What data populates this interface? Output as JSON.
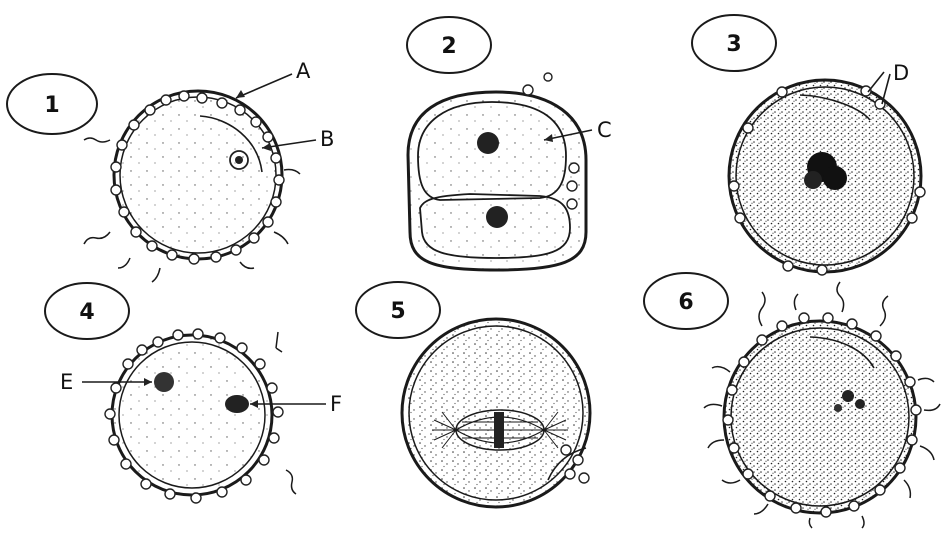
{
  "panels": [
    {
      "number": "1"
    },
    {
      "number": "2"
    },
    {
      "number": "3"
    },
    {
      "number": "4"
    },
    {
      "number": "5"
    },
    {
      "number": "6"
    }
  ],
  "labels": {
    "A": "A",
    "B": "B",
    "C": "C",
    "D": "D",
    "E": "E",
    "F": "F"
  }
}
